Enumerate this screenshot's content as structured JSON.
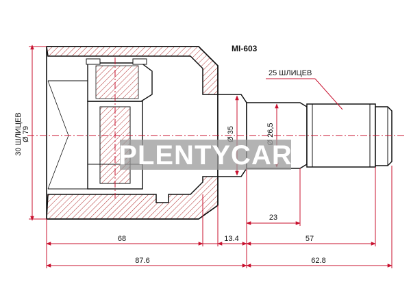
{
  "part_number": "MI-603",
  "watermark": "PLENTYCAR",
  "labels": {
    "left_splines": "30 ШЛИЦЕВ",
    "outer_diameter": "Ø 79",
    "right_splines": "25 ШЛИЦЕВ",
    "neck_diameter": "Ø 35",
    "shaft_diameter": "Ø 26,5"
  },
  "dimensions": {
    "housing_length": "68",
    "neck_length": "13.4",
    "shaft_length": "57",
    "shaft_step": "23",
    "overall_left": "87.6",
    "overall_right": "62.8"
  },
  "colors": {
    "outline": "#111111",
    "hatch": "#b02a2a",
    "dimension": "#c8102e",
    "centerline": "#c8102e",
    "watermark_bg": "#9a9a9a"
  }
}
